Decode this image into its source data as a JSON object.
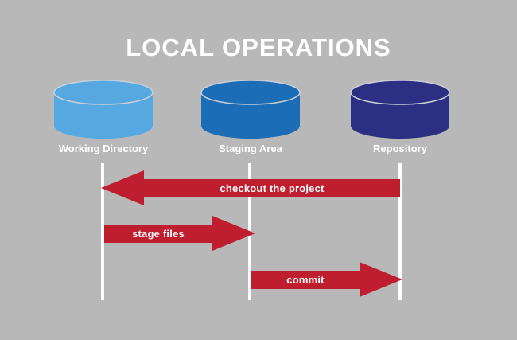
{
  "title": "LOCAL OPERATIONS",
  "colors": {
    "background": "#b8b8b8",
    "arrow": "#be1e2d",
    "text": "#ffffff",
    "line": "#ffffff",
    "cylinder_edge": "#c9ced6"
  },
  "cylinders": [
    {
      "label": "Working Directory",
      "color": "#55a9e0"
    },
    {
      "label": "Staging Area",
      "color": "#1b6db6"
    },
    {
      "label": "Repository",
      "color": "#2d2f82"
    }
  ],
  "arrows": [
    {
      "label": "checkout the project",
      "direction": "left",
      "from": "Repository",
      "to": "Working Directory"
    },
    {
      "label": "stage files",
      "direction": "right",
      "from": "Working Directory",
      "to": "Staging Area"
    },
    {
      "label": "commit",
      "direction": "right",
      "from": "Staging Area",
      "to": "Repository"
    }
  ]
}
